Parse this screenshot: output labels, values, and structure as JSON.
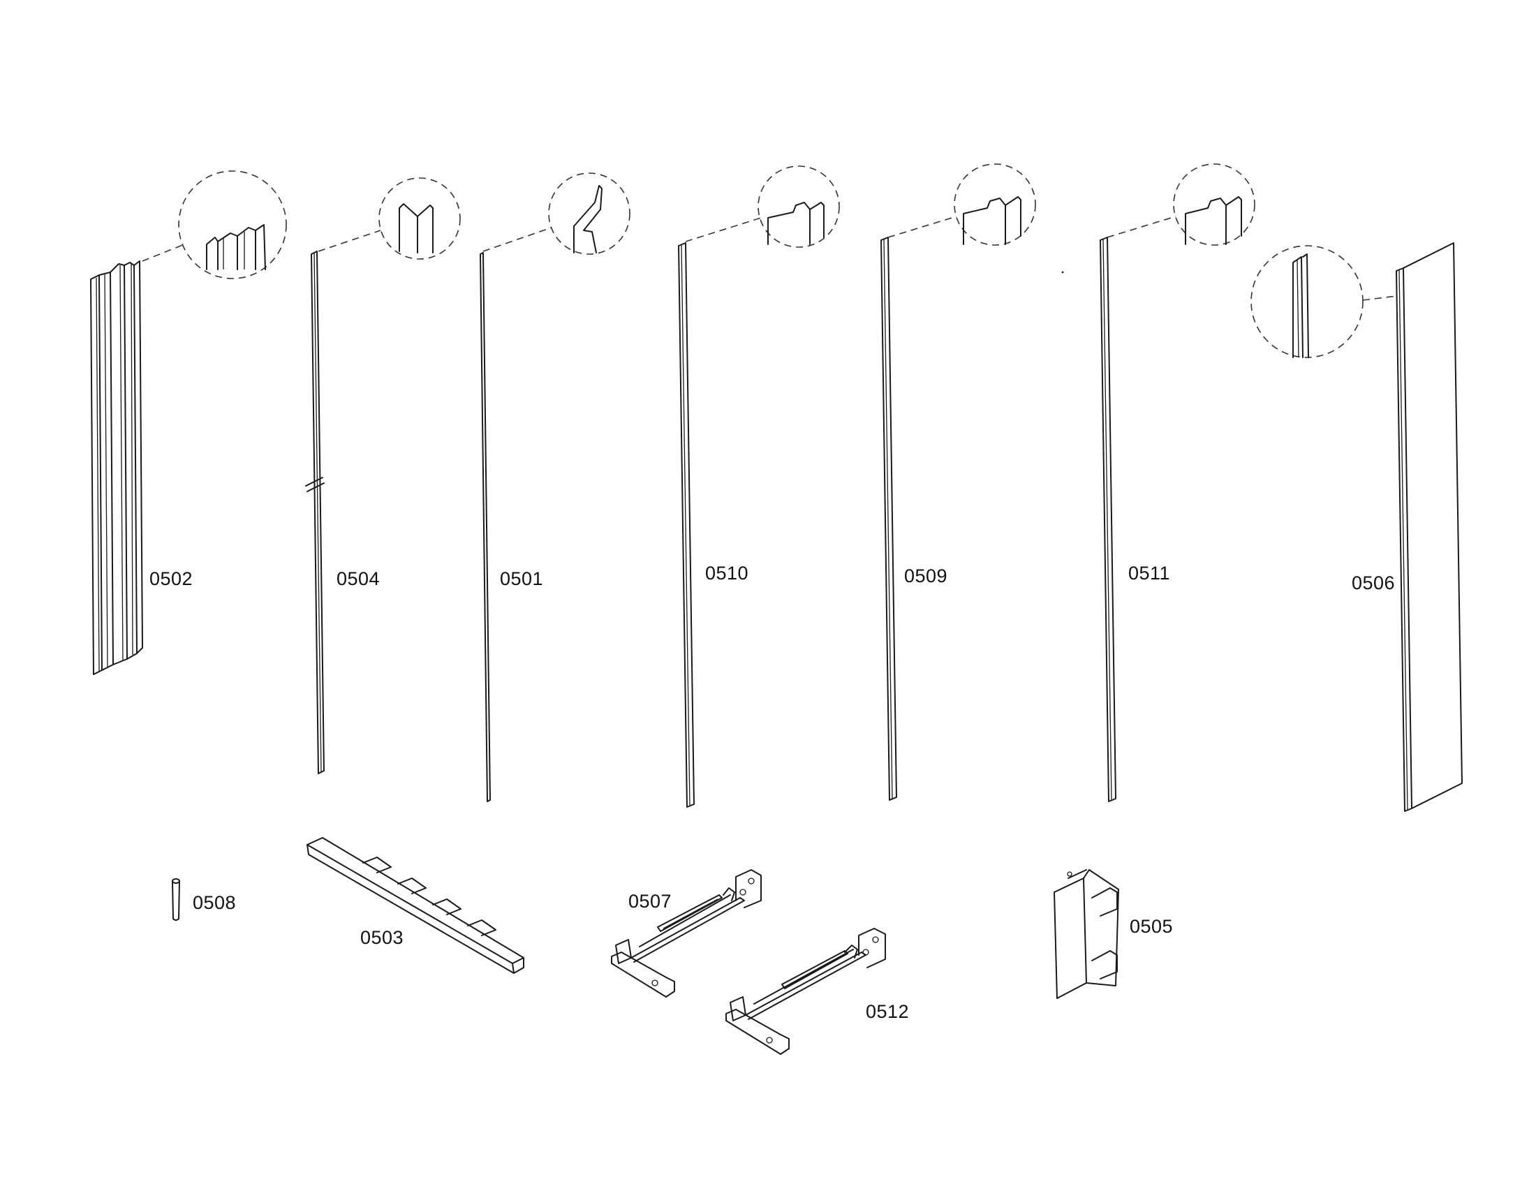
{
  "parts": [
    {
      "id": "p0502",
      "label": "0502"
    },
    {
      "id": "p0504",
      "label": "0504"
    },
    {
      "id": "p0501",
      "label": "0501"
    },
    {
      "id": "p0510",
      "label": "0510"
    },
    {
      "id": "p0509",
      "label": "0509"
    },
    {
      "id": "p0511",
      "label": "0511"
    },
    {
      "id": "p0506",
      "label": "0506"
    },
    {
      "id": "p0508",
      "label": "0508"
    },
    {
      "id": "p0503",
      "label": "0503"
    },
    {
      "id": "p0507",
      "label": "0507"
    },
    {
      "id": "p0512",
      "label": "0512"
    },
    {
      "id": "p0505",
      "label": "0505"
    }
  ],
  "colors": {
    "line": "#1a1a1a",
    "background": "#ffffff"
  }
}
